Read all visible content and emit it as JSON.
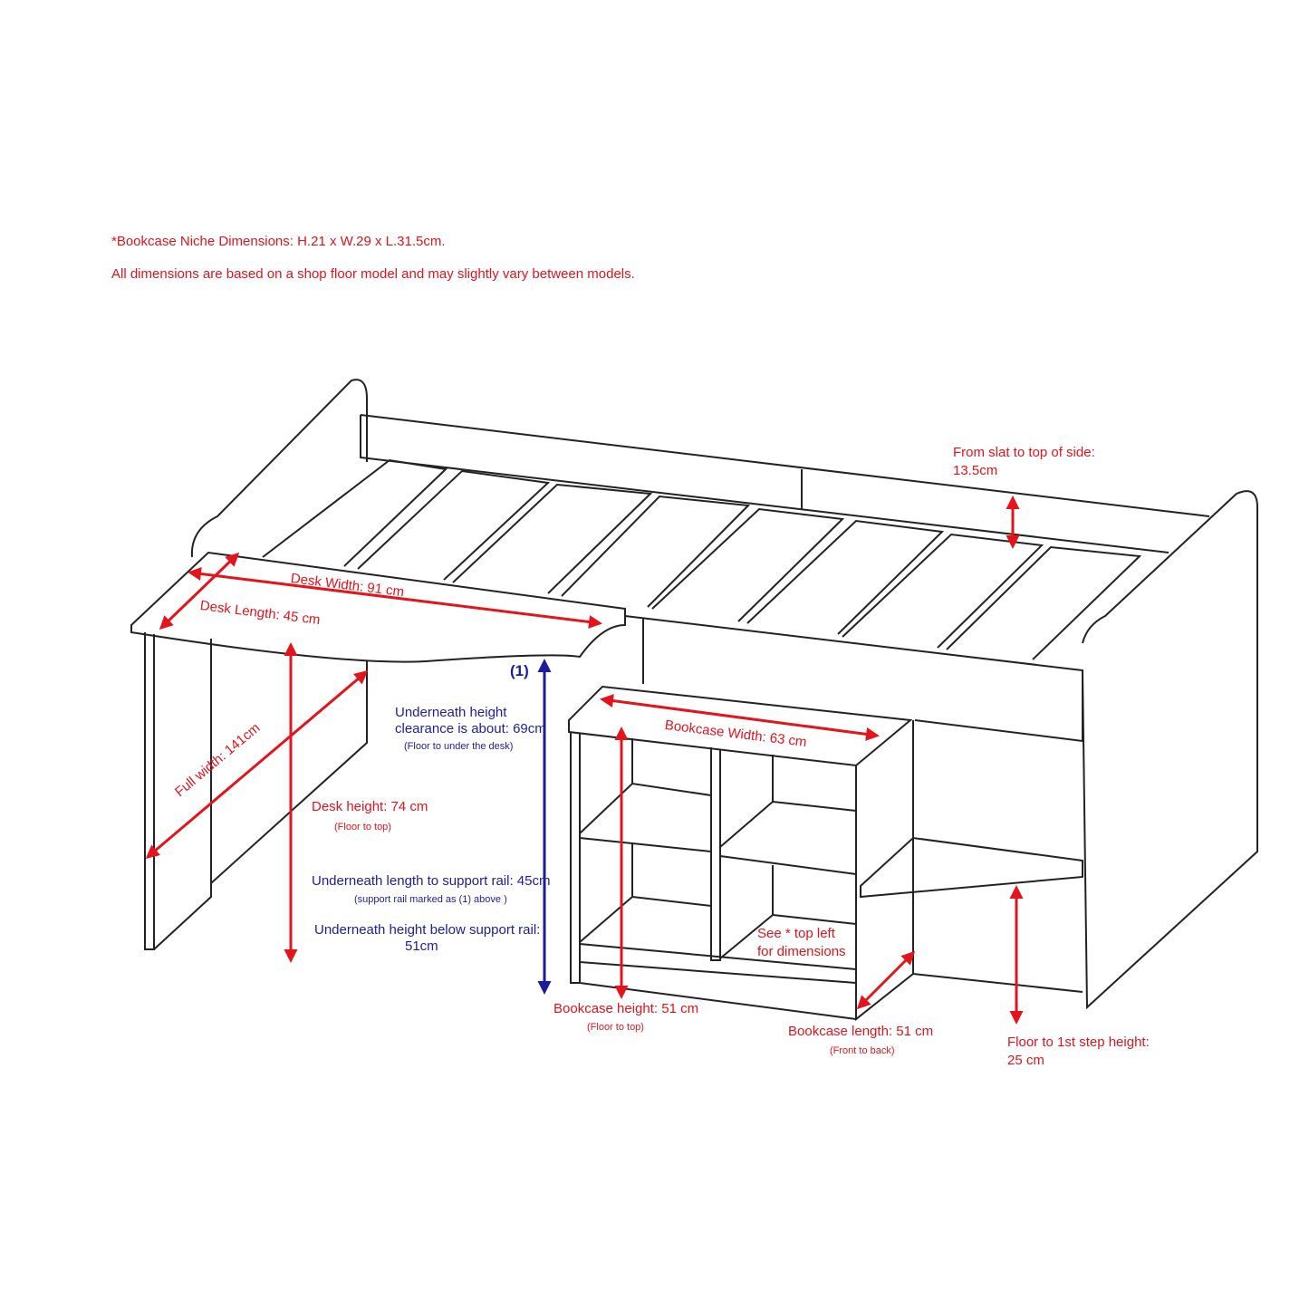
{
  "notes": {
    "niche": "*Bookcase Niche Dimensions: H.21 x W.29 x L.31.5cm.",
    "disclaimer": "All dimensions are based on a shop floor model and may slightly vary between models."
  },
  "labels": {
    "desk_width": "Desk Width: 91 cm",
    "desk_length": "Desk Length: 45 cm",
    "full_width": "Full width: 141cm",
    "desk_height": "Desk height: 74 cm",
    "desk_height_sub": "(Floor to top)",
    "clearance_1": "Underneath height",
    "clearance_2": "clearance is about: 69cm",
    "clearance_sub": "(Floor to under the desk)",
    "rail_marker": "(1)",
    "rail_length": "Underneath length to support rail: 45cm",
    "rail_length_sub": "(support rail marked as (1) above )",
    "rail_height_1": "Underneath height below support rail:",
    "rail_height_2": "51cm",
    "bookcase_width": "Bookcase Width: 63 cm",
    "see_top_1": "See * top left",
    "see_top_2": "for dimensions",
    "bookcase_height": "Bookcase height: 51 cm",
    "bookcase_height_sub": "(Floor to top)",
    "bookcase_length": "Bookcase length: 51 cm",
    "bookcase_length_sub": "(Front to back)",
    "slat_1": "From slat to top of side:",
    "slat_2": "13.5cm",
    "step_1": "Floor to 1st step height:",
    "step_2": "25 cm"
  },
  "colors": {
    "red": "#e3141c",
    "blue": "#1d1d9c",
    "line": "#222222"
  }
}
